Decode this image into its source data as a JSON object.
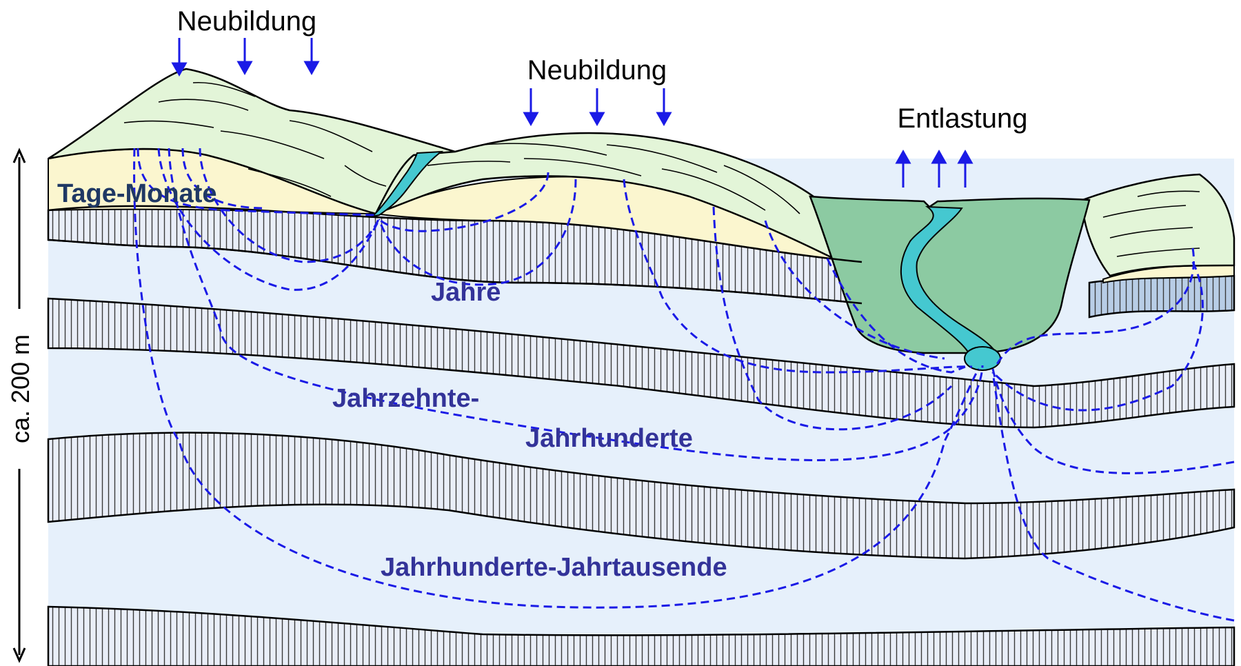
{
  "labels": {
    "recharge_left": "Neubildung",
    "recharge_middle": "Neubildung",
    "discharge": "Entlastung",
    "zone_days_months": "Tage-Monate",
    "zone_years": "Jahre",
    "zone_decades_line1": "Jahrzehnte-",
    "zone_decades_line2": "Jahrhunderte",
    "zone_millennia": "Jahrhunderte-Jahrtausende",
    "depth_scale": "ca. 200 m"
  },
  "icons": {
    "recharge_arrow": "arrow-down-icon",
    "discharge_arrow": "arrow-up-icon",
    "depth_arrow": "double-headed-vertical-arrow-icon"
  },
  "colors": {
    "aquifer": "#e6f0fb",
    "aquitard_hatch": "#c8d4e6",
    "topsoil_hill": "#e3f5d8",
    "unsaturated_zone": "#fbf6cf",
    "river_valley": "#8ccaa2",
    "river_water": "#45c8d0",
    "flow_path": "#1a1ae6",
    "zone_label": "#333399"
  }
}
